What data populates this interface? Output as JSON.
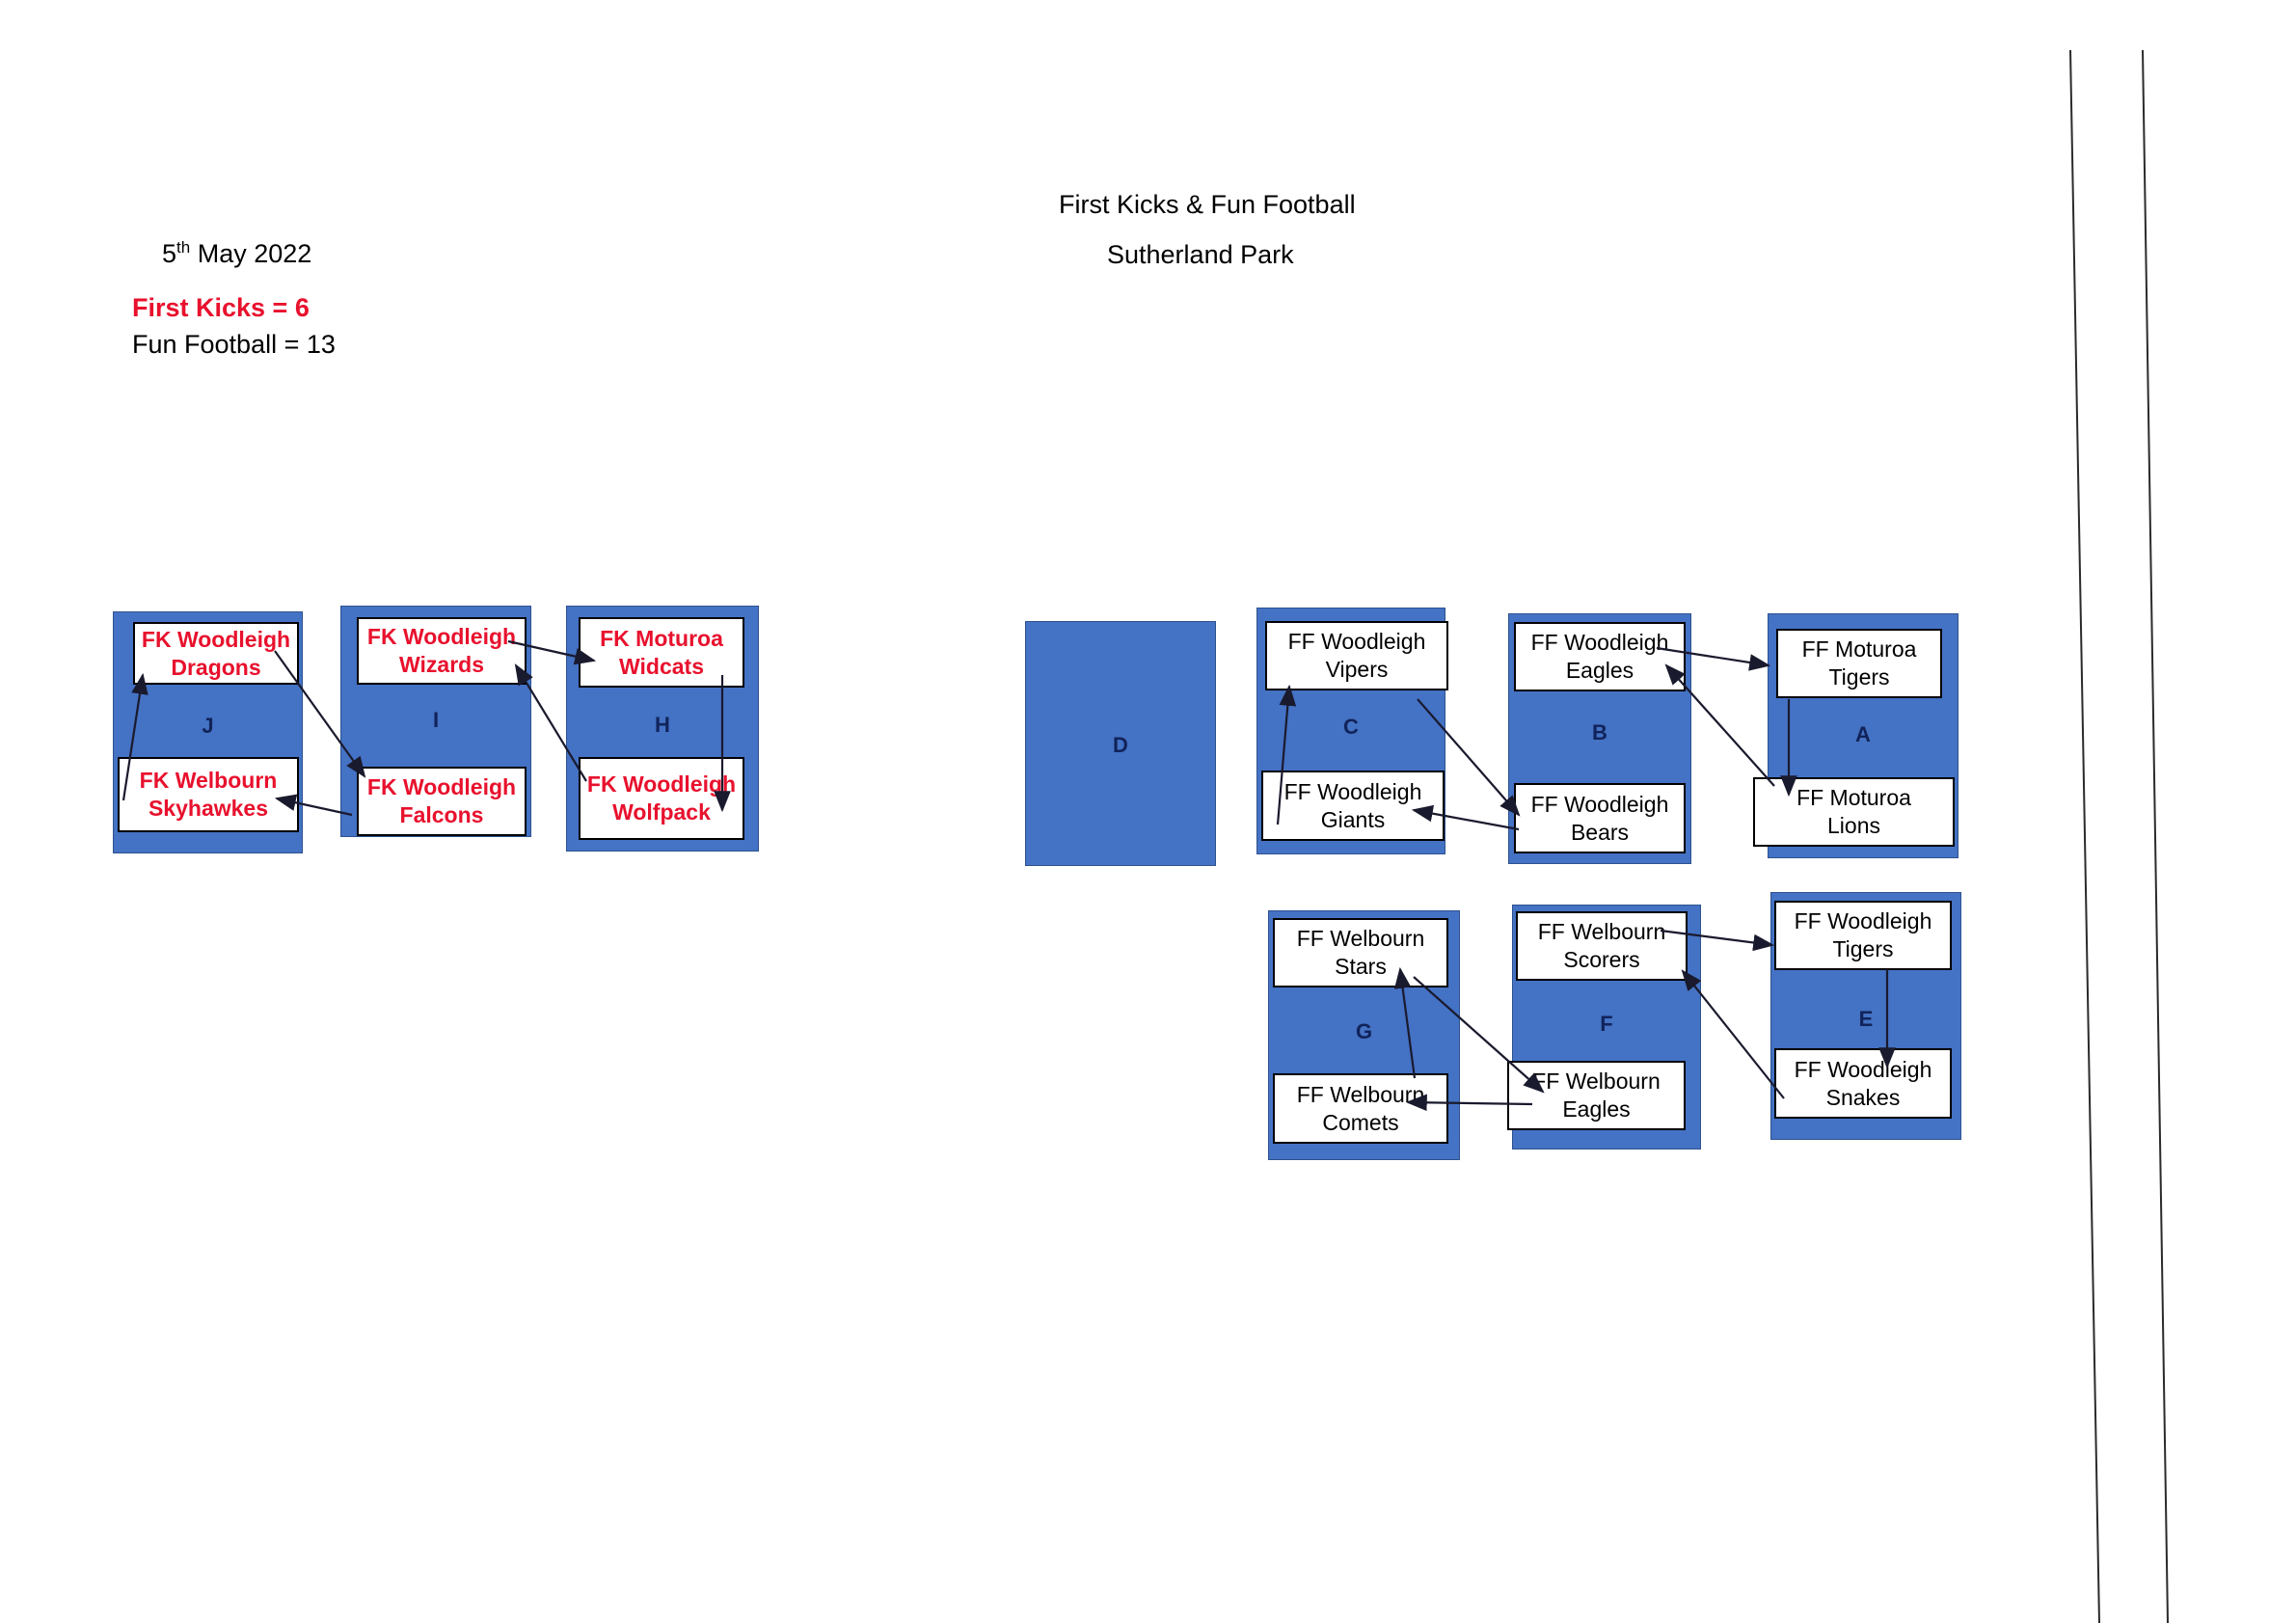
{
  "header": {
    "title": "First Kicks & Fun Football",
    "subtitle": "Sutherland Park",
    "date_prefix": "5",
    "date_ordinal": "th",
    "date_rest": " May 2022"
  },
  "legend": {
    "first_kicks": "First Kicks = 6",
    "fun_football": "Fun Football = 13",
    "first_kicks_color": "#e8112d",
    "fun_football_color": "#000000"
  },
  "colors": {
    "pitch_fill": "#4472C4",
    "pitch_border": "#2e528f",
    "pitch_label": "#11235a",
    "first_kicks_text": "#e8112d",
    "fun_football_text": "#000000",
    "box_border": "#000000",
    "box_fill": "#ffffff",
    "arrow": "#1a1a2e"
  },
  "pitches": [
    {
      "id": "pitch-j",
      "label": "J",
      "category": "first-kicks",
      "teams": [
        {
          "name": "FK Woodleigh Dragons",
          "line1": "FK Woodleigh",
          "line2": "Dragons",
          "position": "top"
        },
        {
          "name": "FK Welbourn Skyhawkes",
          "line1": "FK Welbourn",
          "line2": "Skyhawkes",
          "position": "bottom"
        }
      ]
    },
    {
      "id": "pitch-i",
      "label": "I",
      "category": "first-kicks",
      "teams": [
        {
          "name": "FK Woodleigh Wizards",
          "line1": "FK Woodleigh",
          "line2": "Wizards",
          "position": "top"
        },
        {
          "name": "FK Woodleigh Falcons",
          "line1": "FK Woodleigh",
          "line2": "Falcons",
          "position": "bottom"
        }
      ]
    },
    {
      "id": "pitch-h",
      "label": "H",
      "category": "first-kicks",
      "teams": [
        {
          "name": "FK Moturoa Widcats",
          "line1": "FK Moturoa",
          "line2": "Widcats",
          "position": "top"
        },
        {
          "name": "FK Woodleigh Wolfpack",
          "line1": "FK Woodleigh",
          "line2": "Wolfpack",
          "position": "bottom"
        }
      ]
    },
    {
      "id": "pitch-d",
      "label": "D",
      "category": "fun-football",
      "teams": []
    },
    {
      "id": "pitch-c",
      "label": "C",
      "category": "fun-football",
      "teams": [
        {
          "name": "FF Woodleigh Vipers",
          "line1": "FF Woodleigh",
          "line2": "Vipers",
          "position": "top"
        },
        {
          "name": "FF Woodleigh Giants",
          "line1": "FF Woodleigh",
          "line2": "Giants",
          "position": "bottom"
        }
      ]
    },
    {
      "id": "pitch-b",
      "label": "B",
      "category": "fun-football",
      "teams": [
        {
          "name": "FF Woodleigh Eagles",
          "line1": "FF Woodleigh",
          "line2": "Eagles",
          "position": "top"
        },
        {
          "name": "FF Woodleigh Bears",
          "line1": "FF Woodleigh",
          "line2": "Bears",
          "position": "bottom"
        }
      ]
    },
    {
      "id": "pitch-a",
      "label": "A",
      "category": "fun-football",
      "teams": [
        {
          "name": "FF Moturoa Tigers",
          "line1": "FF Moturoa",
          "line2": "Tigers",
          "position": "top"
        },
        {
          "name": "FF Moturoa Lions",
          "line1": "FF Moturoa",
          "line2": "Lions",
          "position": "bottom"
        }
      ]
    },
    {
      "id": "pitch-g",
      "label": "G",
      "category": "fun-football",
      "teams": [
        {
          "name": "FF Welbourn Stars",
          "line1": "FF Welbourn",
          "line2": "Stars",
          "position": "top"
        },
        {
          "name": "FF Welbourn Comets",
          "line1": "FF Welbourn",
          "line2": "Comets",
          "position": "bottom"
        }
      ]
    },
    {
      "id": "pitch-f",
      "label": "F",
      "category": "fun-football",
      "teams": [
        {
          "name": "FF Welbourn Scorers",
          "line1": "FF Welbourn",
          "line2": "Scorers",
          "position": "top"
        },
        {
          "name": "FF Welbourn Eagles",
          "line1": "FF Welbourn",
          "line2": "Eagles",
          "position": "bottom"
        }
      ]
    },
    {
      "id": "pitch-e",
      "label": "E",
      "category": "fun-football",
      "teams": [
        {
          "name": "FF Woodleigh Tigers",
          "line1": "FF Woodleigh",
          "line2": "Tigers",
          "position": "top"
        },
        {
          "name": "FF Woodleigh Snakes",
          "line1": "FF Woodleigh",
          "line2": "Snakes",
          "position": "bottom"
        }
      ]
    }
  ],
  "connectors": [
    {
      "from": "FK Welbourn Skyhawkes",
      "to": "FK Woodleigh Dragons"
    },
    {
      "from": "FK Woodleigh Dragons",
      "to": "FK Woodleigh Falcons"
    },
    {
      "from": "FK Woodleigh Falcons",
      "to": "FK Welbourn Skyhawkes"
    },
    {
      "from": "FK Woodleigh Wizards",
      "to": "FK Moturoa Widcats"
    },
    {
      "from": "FK Woodleigh Wolfpack",
      "to": "FK Woodleigh Wizards"
    },
    {
      "from": "FK Moturoa Widcats",
      "to": "FK Woodleigh Wolfpack"
    },
    {
      "from": "FF Woodleigh Giants",
      "to": "FF Woodleigh Vipers"
    },
    {
      "from": "FF Woodleigh Vipers",
      "to": "FF Woodleigh Bears"
    },
    {
      "from": "FF Woodleigh Bears",
      "to": "FF Woodleigh Giants"
    },
    {
      "from": "FF Woodleigh Eagles",
      "to": "FF Moturoa Tigers"
    },
    {
      "from": "FF Moturoa Lions",
      "to": "FF Woodleigh Eagles"
    },
    {
      "from": "FF Moturoa Tigers",
      "to": "FF Moturoa Lions"
    },
    {
      "from": "FF Welbourn Stars",
      "to": "FF Welbourn Eagles"
    },
    {
      "from": "FF Welbourn Comets",
      "to": "FF Welbourn Stars"
    },
    {
      "from": "FF Welbourn Eagles",
      "to": "FF Welbourn Comets"
    },
    {
      "from": "FF Welbourn Scorers",
      "to": "FF Woodleigh Tigers"
    },
    {
      "from": "FF Woodleigh Snakes",
      "to": "FF Welbourn Scorers"
    },
    {
      "from": "FF Woodleigh Tigers",
      "to": "FF Woodleigh Snakes"
    }
  ]
}
